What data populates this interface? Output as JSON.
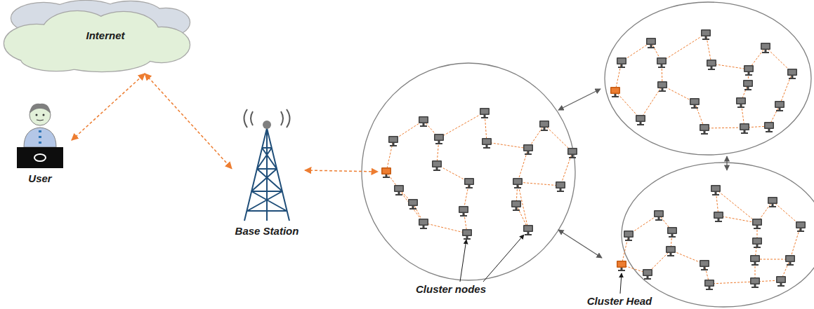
{
  "diagram": {
    "nodes": [
      {
        "text": [
          "Internet"
        ]
      },
      {
        "text": [
          "User"
        ]
      },
      {
        "text": [
          "Base Station"
        ]
      }
    ],
    "edges": [
      {
        "from": 1,
        "to": 0,
        "arrow": "both"
      },
      {
        "from": 0,
        "to": 2,
        "arrow": "both"
      }
    ],
    "labels": [
      "Cluster nodes",
      "Cluster Head"
    ]
  }
}
